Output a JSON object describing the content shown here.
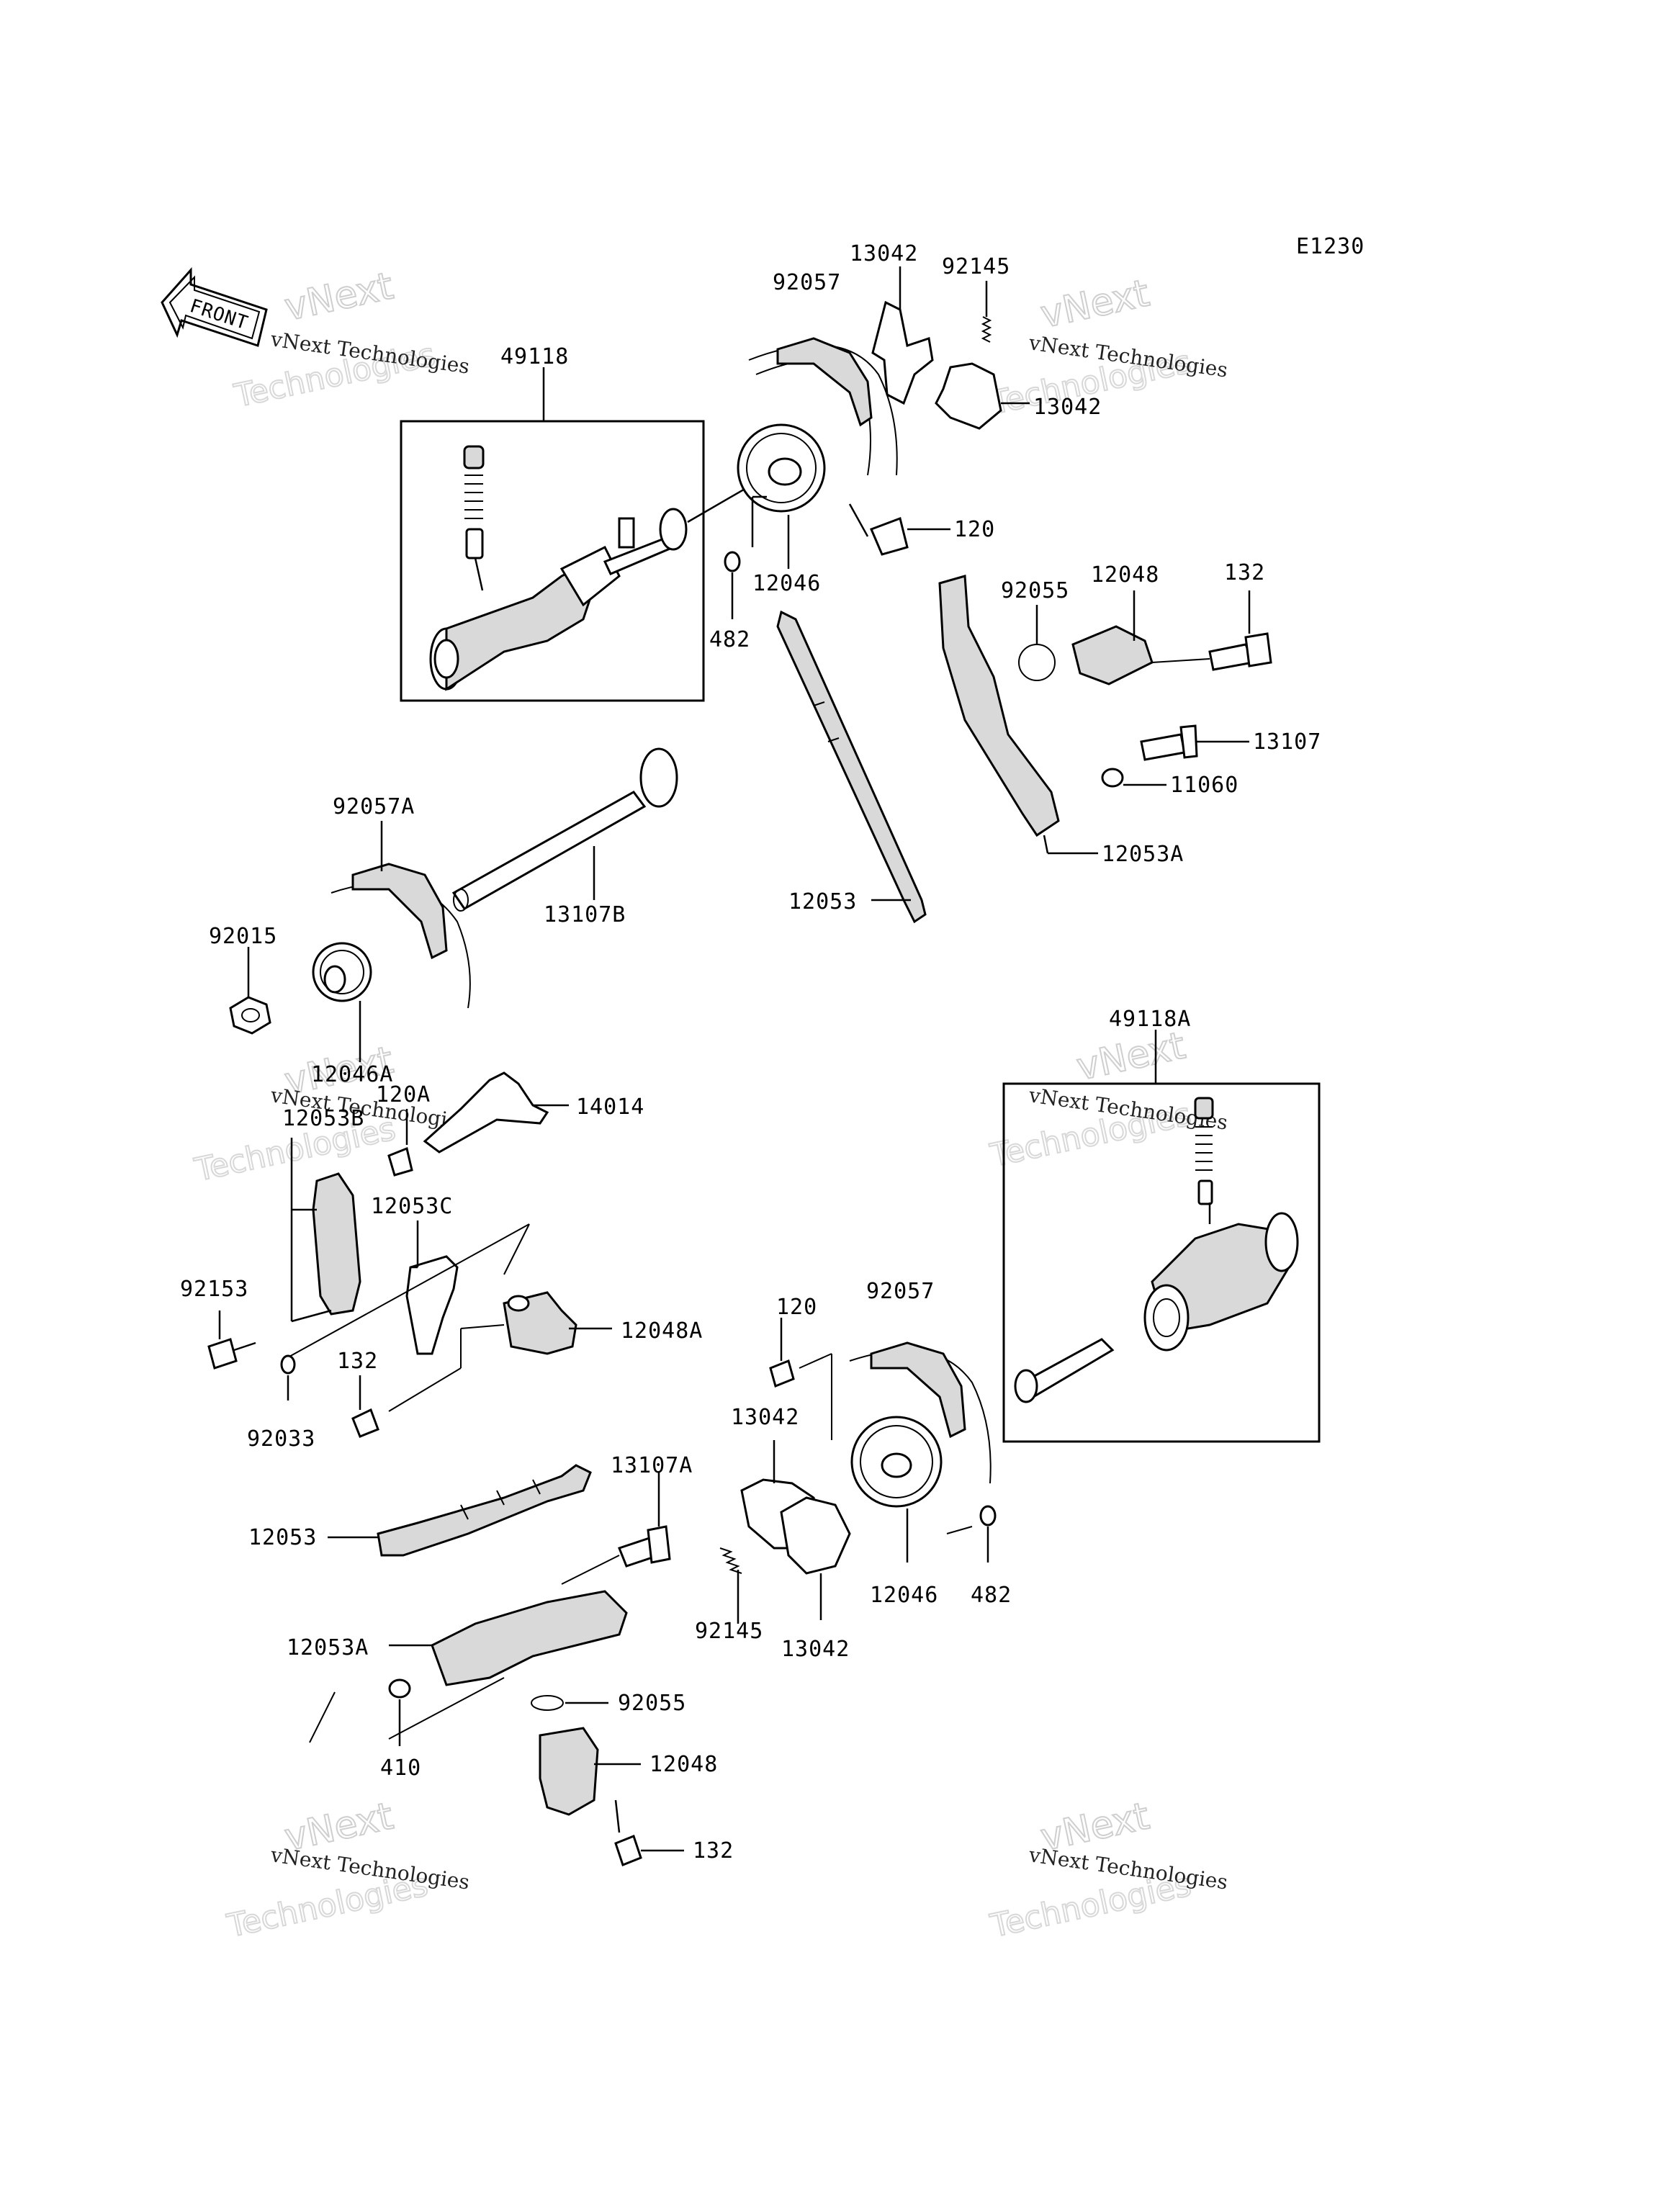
{
  "diagram": {
    "code": "E1230",
    "front_label": "FRONT",
    "watermark": {
      "line1": "vNext Technologies",
      "line2": "vNext",
      "line3": "Technologies"
    },
    "labels": {
      "p49118": "49118",
      "p92057_top": "92057",
      "p13042_top": "13042",
      "p92145_top": "92145",
      "p13042_top2": "13042",
      "p120_top": "120",
      "p12046_top": "12046",
      "p482_top": "482",
      "p92055_top": "92055",
      "p12048_top": "12048",
      "p132_top": "132",
      "p13107": "13107",
      "p11060": "11060",
      "p12053A_top": "12053A",
      "p12053_top": "12053",
      "p92057A": "92057A",
      "p13107B": "13107B",
      "p92015": "92015",
      "p12046A": "12046A",
      "p120A": "120A",
      "p14014": "14014",
      "p12053B": "12053B",
      "p12053C": "12053C",
      "p92153": "92153",
      "p12048A": "12048A",
      "p132_mid": "132",
      "p92033": "92033",
      "p49118A": "49118A",
      "p120_bot": "120",
      "p92057_bot": "92057",
      "p13042_bot": "13042",
      "p13107A": "13107A",
      "p12053_bot": "12053",
      "p12046_bot": "12046",
      "p482_bot": "482",
      "p92145_bot": "92145",
      "p13042_bot2": "13042",
      "p12053A_bot": "12053A",
      "p92055_bot": "92055",
      "p410": "410",
      "p12048_bot": "12048",
      "p132_bot": "132"
    }
  }
}
